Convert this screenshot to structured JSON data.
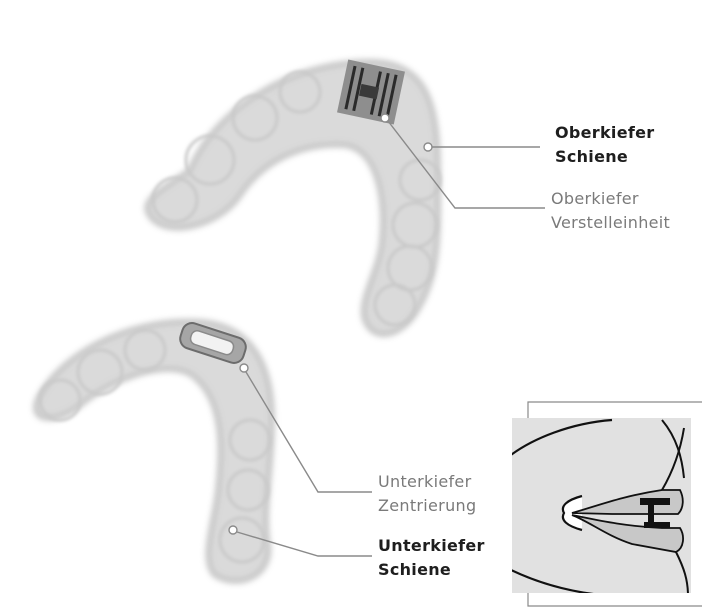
{
  "labels": {
    "upper_splint": [
      "Oberkiefer",
      "Schiene"
    ],
    "upper_adjuster": [
      "Oberkiefer",
      "Verstelleinheit"
    ],
    "lower_centering": [
      "Unterkiefer",
      "Zentrierung"
    ],
    "lower_splint": [
      "Unterkiefer",
      "Schiene"
    ]
  },
  "colors": {
    "splint": "#dcdcdc",
    "splint_edge": "#c2c2c2",
    "leader": "#8a8a8a",
    "inset_bg": "#e1e1e1",
    "tongue": "#c8c8c8"
  }
}
